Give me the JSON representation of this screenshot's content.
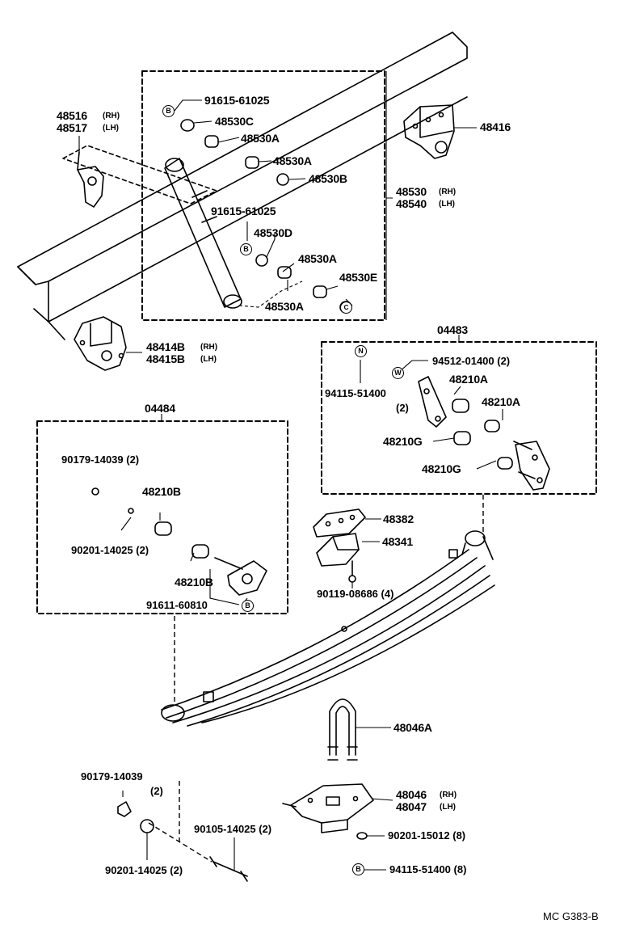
{
  "diagram_id": "MC G383-B",
  "markers": {
    "b": "B",
    "n": "N",
    "w": "W",
    "c": "C"
  },
  "parts": {
    "p48516": "48516",
    "p48516_note": "(RH)",
    "p48517": "48517",
    "p48517_note": "(LH)",
    "p91615_top": "91615-61025",
    "p48530C": "48530C",
    "p48530A_1": "48530A",
    "p48530A_2": "48530A",
    "p48530B": "48530B",
    "p91615_mid": "91615-61025",
    "p48530D": "48530D",
    "p48530A_3": "48530A",
    "p48530E": "48530E",
    "p48530A_4": "48530A",
    "p48416": "48416",
    "p48530": "48530",
    "p48530_note": "(RH)",
    "p48540": "48540",
    "p48540_note": "(LH)",
    "p48414B": "48414B",
    "p48414B_note": "(RH)",
    "p48415B": "48415B",
    "p48415B_note": "(LH)",
    "p04483": "04483",
    "p94512": "94512-01400 (2)",
    "p94115_k": "94115-51400",
    "p94115_k_qty": "(2)",
    "p48210A_1": "48210A",
    "p48210A_2": "48210A",
    "p48210G_1": "48210G",
    "p48210G_2": "48210G",
    "p04484": "04484",
    "p90179_k": "90179-14039 (2)",
    "p48210B_1": "48210B",
    "p90201_k": "90201-14025 (2)",
    "p48210B_2": "48210B",
    "p91611": "91611-60810",
    "p48382": "48382",
    "p48341": "48341",
    "p90119": "90119-08686 (4)",
    "p48046A": "48046A",
    "p48046": "48046",
    "p48046_note": "(RH)",
    "p48047": "48047",
    "p48047_note": "(LH)",
    "p90179_b": "90179-14039",
    "p90179_b_qty": "(2)",
    "p90105": "90105-14025 (2)",
    "p90201_15012": "90201-15012 (8)",
    "p90201_b": "90201-14025 (2)",
    "p94115_b": "94115-51400 (8)"
  }
}
